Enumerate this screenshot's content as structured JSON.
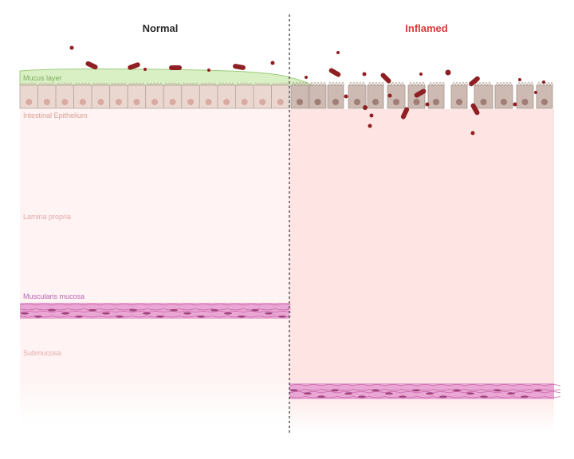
{
  "titles": {
    "normal": "Normal",
    "inflamed": "Inflamed"
  },
  "labels": {
    "mucus": "Mucus layer",
    "epithelium": "Intestinal Epithelium",
    "lamina": "Lamina propria",
    "muscularis": "Muscularis mucosa",
    "submucosa": "Submucosa"
  },
  "colors": {
    "normal_title": "#2a2a2a",
    "inflamed_title": "#d93a3a",
    "mucus_fill": "#d9efc4",
    "mucus_stroke": "#9ccc7a",
    "mucus_label": "#7fae60",
    "cell_fill": "#ead8d0",
    "cell_border": "#b9a39b",
    "nucleus": "#d9aaa2",
    "inflamed_cell": "#cdbab2",
    "inflamed_nucleus": "#a07d75",
    "normal_tissue": "#fff3f3",
    "inflamed_tissue": "#ffe4e4",
    "epi_label": "#d9a093",
    "lamina_label": "#e6a8a8",
    "muscularis_label": "#b565b5",
    "submucosa_label": "#e6a8a8",
    "muscle_fill": "#eaa6d4",
    "muscle_fiber": "#c86aa8",
    "bacteria": "#8f1f22",
    "divider": "#333333"
  },
  "icons": [
    "bacterium-icon",
    "epithelial-cell-icon",
    "muscle-fiber-icon"
  ]
}
